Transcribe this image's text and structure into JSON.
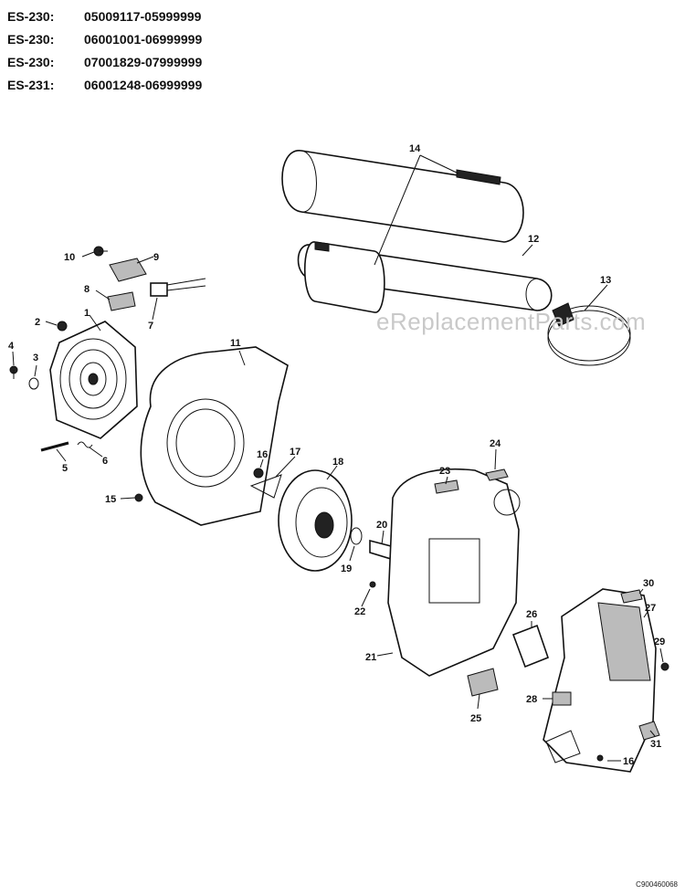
{
  "models": [
    {
      "model": "ES-230:",
      "serial_range": "05009117-05999999"
    },
    {
      "model": "ES-230:",
      "serial_range": "06001001-06999999"
    },
    {
      "model": "ES-230:",
      "serial_range": "07001829-07999999"
    },
    {
      "model": "ES-231:",
      "serial_range": "06001248-06999999"
    }
  ],
  "watermark": "eReplacementParts.com",
  "drawing_code": "C900460068",
  "callouts": {
    "c1": "1",
    "c2": "2",
    "c3": "3",
    "c4": "4",
    "c5": "5",
    "c6": "6",
    "c7": "7",
    "c8": "8",
    "c9": "9",
    "c10": "10",
    "c11": "11",
    "c12": "12",
    "c13": "13",
    "c14": "14",
    "c15": "15",
    "c16a": "16",
    "c16b": "16",
    "c17": "17",
    "c18": "18",
    "c19": "19",
    "c20": "20",
    "c21": "21",
    "c22": "22",
    "c23": "23",
    "c24": "24",
    "c25": "25",
    "c26": "26",
    "c27": "27",
    "c28": "28",
    "c29": "29",
    "c30": "30",
    "c31": "31"
  }
}
